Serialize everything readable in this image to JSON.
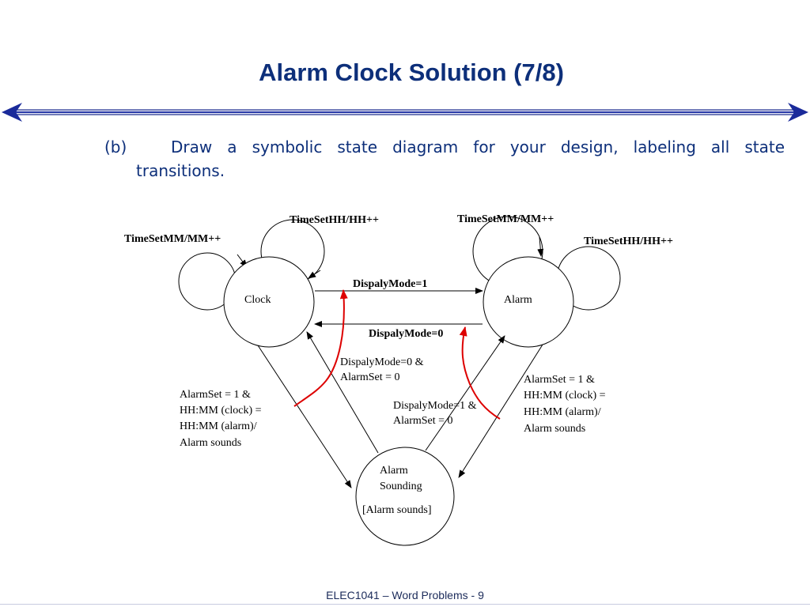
{
  "slide": {
    "title": "Alarm Clock Solution (7/8)",
    "question_label": "(b)",
    "question_words": [
      "Draw",
      "a",
      "symbolic",
      "state",
      "diagram",
      "for",
      "your",
      "design,",
      "labeling",
      "all",
      "state"
    ],
    "question_line2": "transitions.",
    "footer": "ELEC1041 – Word Problems - 9"
  },
  "diagram": {
    "states": {
      "clock": "Clock",
      "alarm": "Alarm",
      "sounding_line1": "Alarm",
      "sounding_line2": "Sounding",
      "sounding_output": "[Alarm sounds]"
    },
    "labels": {
      "clock_self_mm": "TimeSetMM/MM++",
      "clock_self_hh": "TimeSetHH/HH++",
      "alarm_self_mm": "TimeSetMM/MM++",
      "alarm_self_hh": "TimeSetHH/HH++",
      "clock_to_alarm": "DispalyMode=1",
      "alarm_to_clock": "DispalyMode=0",
      "sounding_to_clock_1": "DispalyMode=0 &",
      "sounding_to_clock_2": "AlarmSet = 0",
      "sounding_to_alarm_1": "DispalyMode=1 &",
      "sounding_to_alarm_2": "AlarmSet = 0",
      "clock_to_sounding_1": "AlarmSet = 1 &",
      "clock_to_sounding_2": "HH:MM (clock) =",
      "clock_to_sounding_3": "HH:MM (alarm)/",
      "clock_to_sounding_4": "Alarm sounds",
      "alarm_to_sounding_1": "AlarmSet = 1 &",
      "alarm_to_sounding_2": "HH:MM (clock) =",
      "alarm_to_sounding_3": "HH:MM (alarm)/",
      "alarm_to_sounding_4": "Alarm sounds"
    },
    "colors": {
      "accent_arrow": "#dd0000",
      "title": "#0d2f7a"
    }
  }
}
